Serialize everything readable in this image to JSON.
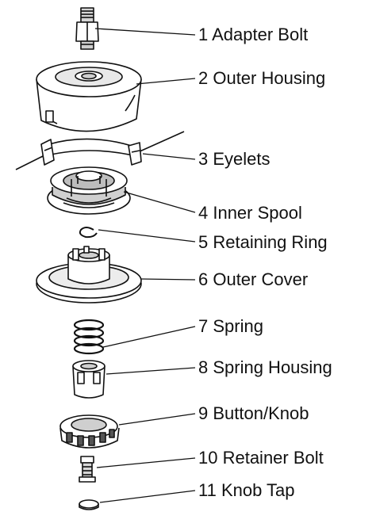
{
  "labels": [
    {
      "id": "adapter-bolt",
      "text": "1 Adapter Bolt"
    },
    {
      "id": "outer-housing",
      "text": "2 Outer Housing"
    },
    {
      "id": "eyelets",
      "text": "3 Eyelets"
    },
    {
      "id": "inner-spool",
      "text": "4 Inner Spool"
    },
    {
      "id": "retaining-ring",
      "text": "5 Retaining Ring"
    },
    {
      "id": "outer-cover",
      "text": "6 Outer Cover"
    },
    {
      "id": "spring",
      "text": "7 Spring"
    },
    {
      "id": "spring-housing",
      "text": "8 Spring Housing"
    },
    {
      "id": "button-knob",
      "text": "9 Button/Knob"
    },
    {
      "id": "retainer-bolt",
      "text": "10 Retainer Bolt"
    },
    {
      "id": "knob-tap",
      "text": "11 Knob Tap"
    }
  ],
  "colors": {
    "ink": "#111111",
    "fill_light": "#ffffff",
    "fill_shade": "#cfcfcf"
  }
}
